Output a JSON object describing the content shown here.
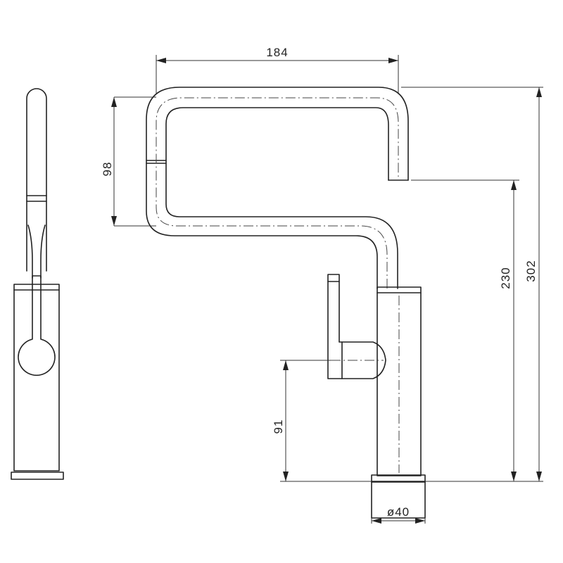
{
  "dimensions": {
    "spout_reach": "184",
    "spout_drop": "98",
    "outlet_height": "230",
    "total_height": "302",
    "lever_height": "91",
    "base_diameter": "ø40"
  },
  "colors": {
    "line": "#222222",
    "background": "#ffffff"
  }
}
